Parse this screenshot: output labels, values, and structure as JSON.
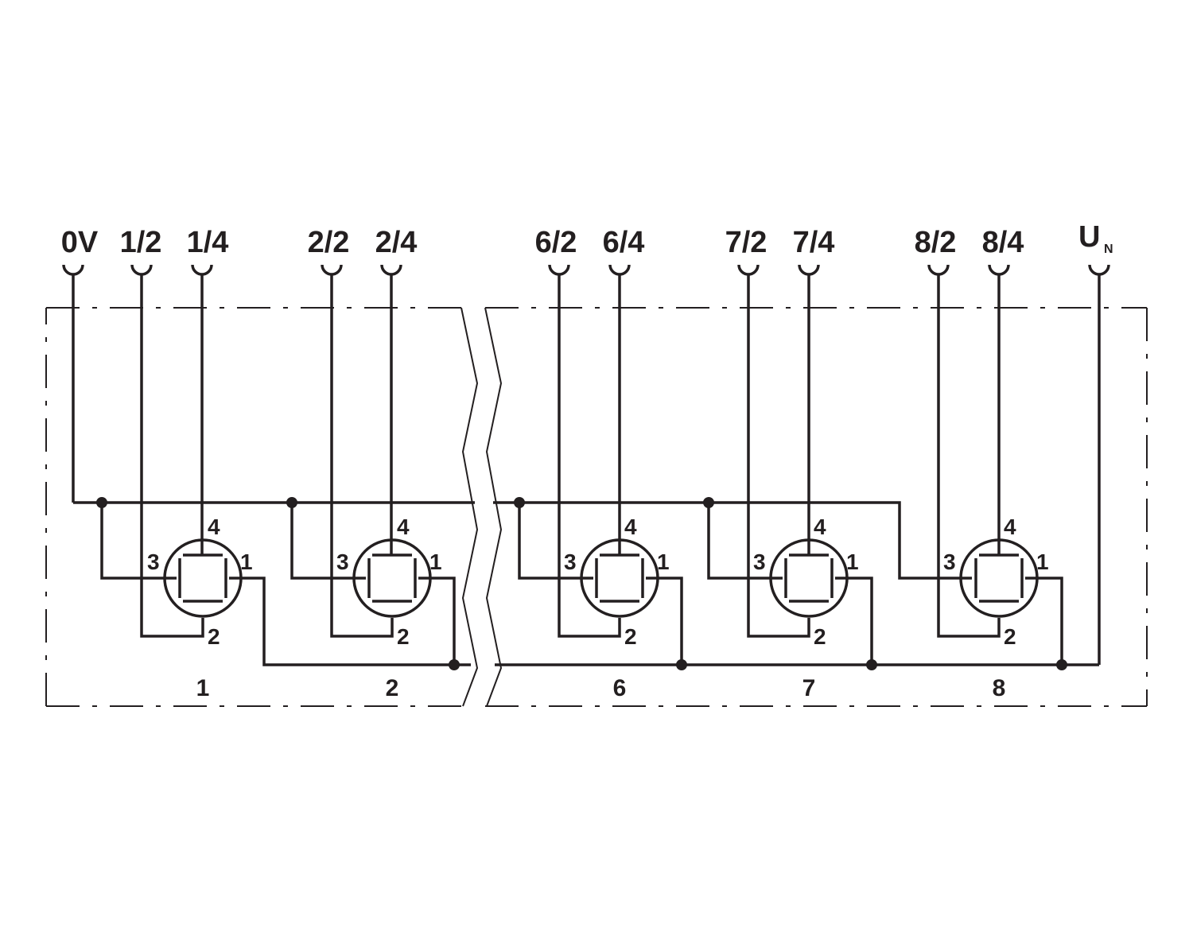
{
  "terminals": {
    "t0v": "0V",
    "t1_2": "1/2",
    "t1_4": "1/4",
    "t2_2": "2/2",
    "t2_4": "2/4",
    "t6_2": "6/2",
    "t6_4": "6/4",
    "t7_2": "7/2",
    "t7_4": "7/4",
    "t8_2": "8/2",
    "t8_4": "8/4",
    "un_main": "U",
    "un_sub": "N"
  },
  "pin_labels": {
    "p1": "1",
    "p2": "2",
    "p3": "3",
    "p4": "4"
  },
  "ports": [
    {
      "number": "1"
    },
    {
      "number": "2"
    },
    {
      "number": "6"
    },
    {
      "number": "7"
    },
    {
      "number": "8"
    }
  ]
}
